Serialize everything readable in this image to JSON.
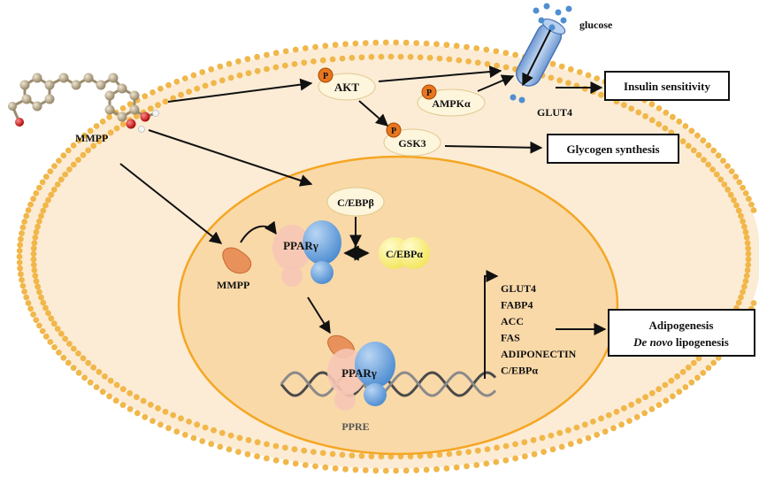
{
  "labels": {
    "glucose": "glucose",
    "glut4_membrane": "GLUT4",
    "akt": "AKT",
    "ampk": "AMPKα",
    "gsk3": "GSK3",
    "phospho": "P",
    "mmpp_outside": "MMPP",
    "mmpp_nucleus": "MMPP",
    "cebpb": "C/EBPβ",
    "cebpa": "C/EBPα",
    "ppar_upper": "PPARγ",
    "ppar_lower": "PPARγ",
    "ppre": "PPRE"
  },
  "outcomes": {
    "insulin": "Insulin sensitivity",
    "glycogen": "Glycogen synthesis",
    "adipogenesis": "Adipogenesis",
    "lipogenesis_italic": "De novo",
    "lipogenesis_rest": " lipogenesis"
  },
  "genes": [
    "GLUT4",
    "FABP4",
    "ACC",
    "FAS",
    "ADIPONECTIN",
    "C/EBPα"
  ],
  "colors": {
    "cytoplasm": "#fcecd6",
    "membrane_head": "#f1b74a",
    "nucleus_fill": "#f9d9a8",
    "nucleus_stroke": "#f5a623",
    "node_fill": "#fdf5dc",
    "phospho": "#e8761f",
    "ppar_blue": "#6fa8dc",
    "ppar_pink": "#f6c6b5",
    "mmpp_ligand": "#e8915b",
    "cebpa_yellow": "#fff37a",
    "glut4_channel": "#8fb3e0",
    "atom_carbon": "#b5a78b",
    "atom_oxygen": "#d61f1f"
  }
}
